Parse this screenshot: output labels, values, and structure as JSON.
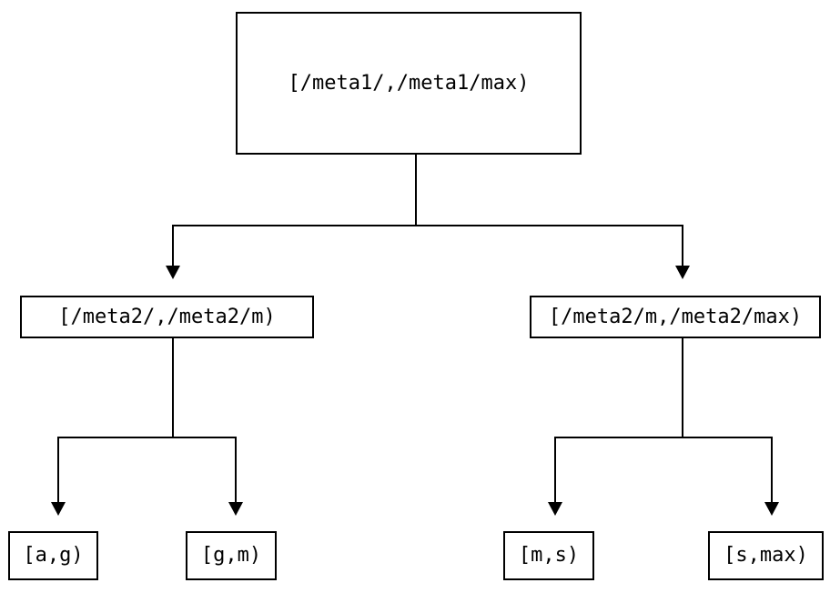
{
  "diagram": {
    "type": "interval-partition-tree",
    "background_color": "#ffffff",
    "line_color": "#000000",
    "text_color": "#000000",
    "nodes": [
      {
        "id": "root",
        "label": "[/meta1/,/meta1/max)"
      },
      {
        "id": "left",
        "label": "[/meta2/,/meta2/m)"
      },
      {
        "id": "right",
        "label": "[/meta2/m,/meta2/max)"
      },
      {
        "id": "leaf-ag",
        "label": "[a,g)"
      },
      {
        "id": "leaf-gm",
        "label": "[g,m)"
      },
      {
        "id": "leaf-ms",
        "label": "[m,s)"
      },
      {
        "id": "leaf-smax",
        "label": "[s,max)"
      }
    ],
    "edges": [
      {
        "from": "root",
        "to": "left"
      },
      {
        "from": "root",
        "to": "right"
      },
      {
        "from": "left",
        "to": "leaf-ag"
      },
      {
        "from": "left",
        "to": "leaf-gm"
      },
      {
        "from": "right",
        "to": "leaf-ms"
      },
      {
        "from": "right",
        "to": "leaf-smax"
      }
    ]
  }
}
